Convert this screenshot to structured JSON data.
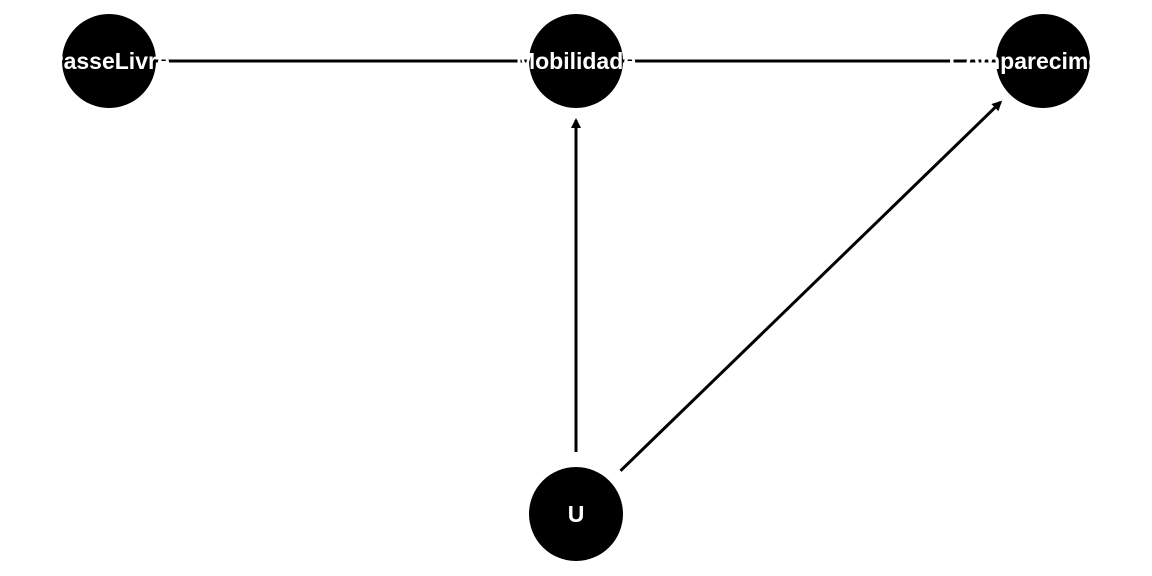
{
  "nodes": [
    {
      "id": "PasseLivre",
      "label": "PasseLivre"
    },
    {
      "id": "Mobilidade",
      "label": "Mobilidade"
    },
    {
      "id": "Comparecimento",
      "label": "Comparecimento"
    },
    {
      "id": "U",
      "label": "U"
    }
  ],
  "edges": [
    {
      "from": "PasseLivre",
      "to": "Mobilidade"
    },
    {
      "from": "Mobilidade",
      "to": "Comparecimento"
    },
    {
      "from": "U",
      "to": "Mobilidade"
    },
    {
      "from": "U",
      "to": "Comparecimento"
    }
  ],
  "colors": {
    "node": "#000000",
    "edge": "#000000",
    "label": "#ffffff"
  }
}
